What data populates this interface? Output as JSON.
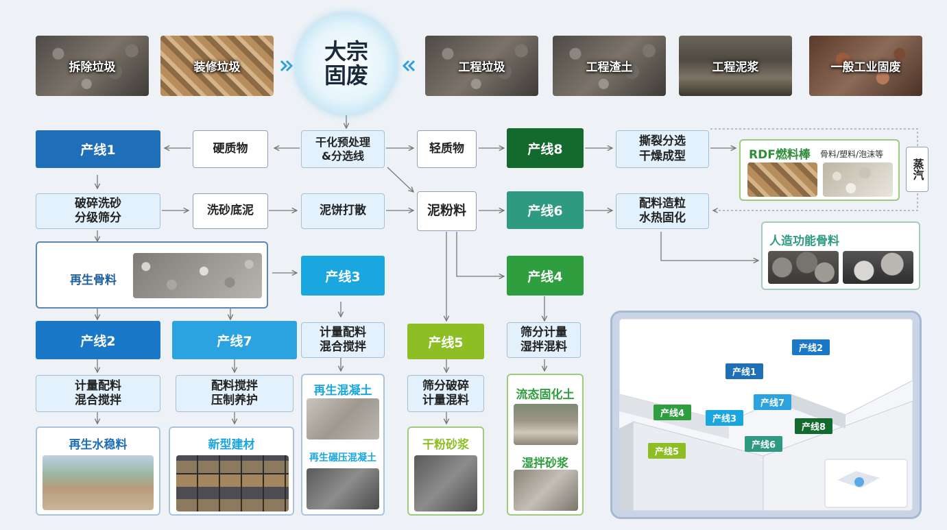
{
  "top": {
    "center_title": "大宗\n固废",
    "sources_left": [
      "拆除垃圾",
      "装修垃圾"
    ],
    "sources_right": [
      "工程垃圾",
      "工程渣土",
      "工程泥浆",
      "一般工业固废"
    ]
  },
  "colors": {
    "line1": "#1f6fb8",
    "line2": "#1a78c8",
    "line3": "#1aa7e0",
    "line4": "#2f9e3f",
    "line5": "#8dbf24",
    "line6": "#2f9a82",
    "line7": "#2aa3e0",
    "line8": "#136a2f"
  },
  "nodes": {
    "hard": "硬质物",
    "pretreat": "干化预处理\n&分选线",
    "light": "轻质物",
    "crush": "破碎洗砂\n分级筛分",
    "sludge": "洗砂底泥",
    "cake": "泥饼打散",
    "mudpowder": "泥粉料",
    "shred": "撕裂分选\n干燥成型",
    "pellet": "配料造粒\n水热固化",
    "steam": "蒸汽",
    "mix2": "计量配料\n混合搅拌",
    "mix7": "配料搅拌\n压制养护",
    "mix3": "计量配料\n混合搅拌",
    "mix5": "筛分破碎\n计量混料",
    "mix4": "筛分计量\n湿拌混料"
  },
  "lines": {
    "l1": "产线1",
    "l2": "产线2",
    "l3": "产线3",
    "l4": "产线4",
    "l5": "产线5",
    "l6": "产线6",
    "l7": "产线7",
    "l8": "产线8"
  },
  "products": {
    "rdf_title": "RDF燃料棒",
    "rdf_sub": "骨料/塑料/泡沫等",
    "artificial": "人造功能骨料",
    "recycled_agg": "再生骨料",
    "water_stable": "再生水稳料",
    "new_material": "新型建材",
    "recycled_concrete": "再生混凝土",
    "rcc": "再生碾压混凝土",
    "dry_mortar": "干粉砂浆",
    "flow_soil": "流态固化土",
    "wet_mortar": "湿拌砂浆"
  },
  "map_markers": [
    "产线1",
    "产线2",
    "产线3",
    "产线4",
    "产线5",
    "产线6",
    "产线7",
    "产线8"
  ]
}
